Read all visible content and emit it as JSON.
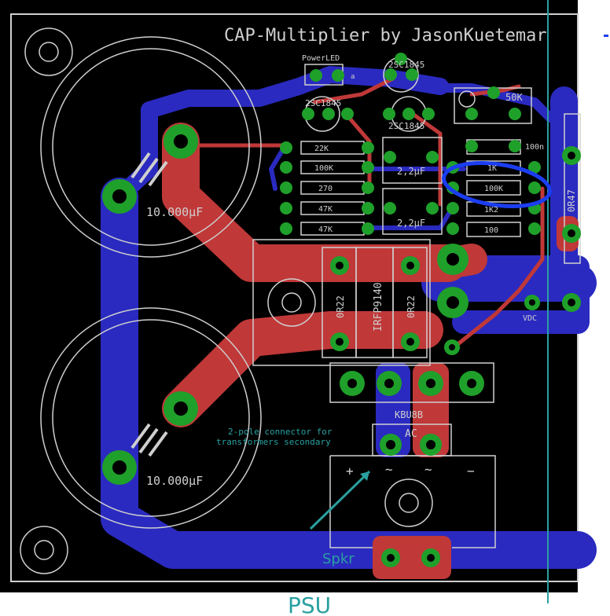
{
  "board": {
    "title": "CAP-Multiplier by JasonKuetemar",
    "footer": "PSU",
    "colors": {
      "background": "#000000",
      "top_copper": "#c03838",
      "bottom_copper": "#2a2ac0",
      "pad": "#1fa02a",
      "silkscreen": "#cfcfcf",
      "dimension": "#2aa0a0",
      "highlight": "#1b3df0"
    }
  },
  "labels": {
    "cap1_value": "10.000µF",
    "cap2_value": "10.000µF",
    "power_led": "PowerLED",
    "q_top": "2SC1845",
    "q_left": "2SC1845",
    "q_mid": "2SC1845",
    "pot": "50K",
    "r1": "22K",
    "r2": "100K",
    "r3": "270",
    "r4": "47K",
    "r5": "47K",
    "c_small1": "2,2µF",
    "c_small2": "2,2µF",
    "c_100n": "100n",
    "rr1": "1K",
    "rr2": "100K",
    "rr3": "1K2",
    "rr4": "100",
    "mosfet": "IRFP9140",
    "res_left": "0R22",
    "res_right": "0R22",
    "right_res": "0R47",
    "bridge": "KBU8B",
    "ac": "AC",
    "pin_plus": "+",
    "pin_tilde1": "~",
    "pin_tilde2": "~",
    "pin_minus": "−",
    "vdc": "VDC",
    "note1": "2-pole connector for",
    "note2": "transformers secondary",
    "spkr": "Spkr",
    "led_a": "a"
  }
}
